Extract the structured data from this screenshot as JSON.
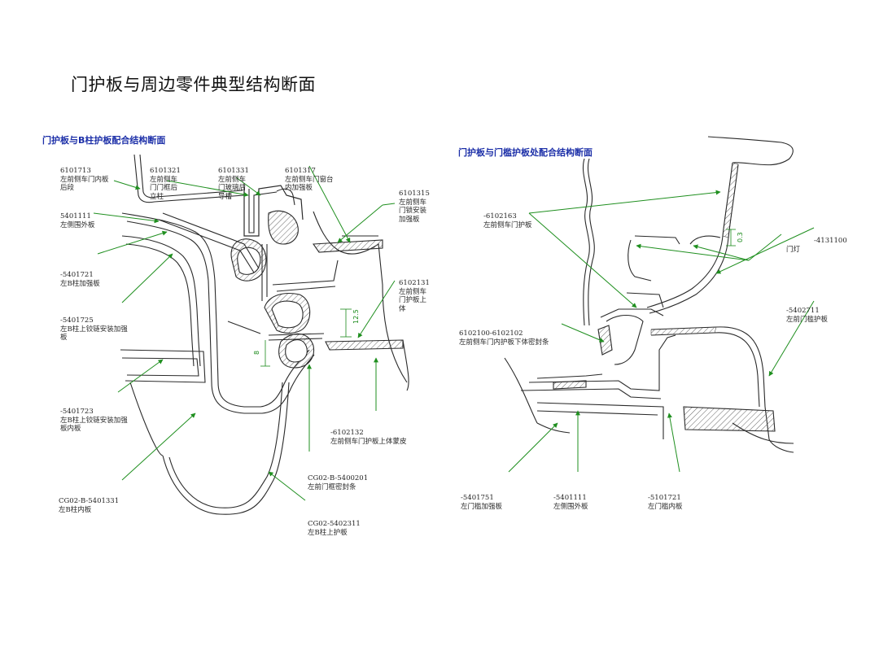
{
  "page_title": "门护板与周边零件典型结构断面",
  "colors": {
    "leader": "#1f8f1f",
    "section_title": "#1c2fa8",
    "line": "#2a2a2a",
    "hatch": "#555555"
  },
  "left": {
    "title": "门护板与B柱护板配合结构断面",
    "labels": [
      {
        "code": "6101713",
        "desc": "左前侧车门内板\n后段"
      },
      {
        "code": "6101321",
        "desc": "左前侧车\n门门框后\n立柱"
      },
      {
        "code": "6101331",
        "desc": "左前侧车\n门玻璃后\n导槽"
      },
      {
        "code": "6101317",
        "desc": "左前侧车门窗台\n内加强板"
      },
      {
        "code": "6101315",
        "desc": "左前侧车\n门锁安装\n加强板"
      },
      {
        "code": "5401111",
        "desc": "左侧围外板"
      },
      {
        "code": "-5401721",
        "desc": "左B柱加强板"
      },
      {
        "code": "6102131",
        "desc": "左前侧车\n门护板上\n体"
      },
      {
        "code": "-5401725",
        "desc": "左B柱上铰链安装加强\n板"
      },
      {
        "code": "-5401723",
        "desc": "左B柱上铰链安装加强\n板内板"
      },
      {
        "code": "-6102132",
        "desc": "左前侧车门护板上体蒙皮"
      },
      {
        "code": "CG02-B-5400201",
        "desc": "左前门框密封条"
      },
      {
        "code": "CG02-B-5401331",
        "desc": "左B柱内板"
      },
      {
        "code": "CG02-5402311",
        "desc": "左B柱上护板"
      }
    ],
    "dims": [
      "12.5",
      "8"
    ]
  },
  "right": {
    "title": "门护板与门槛护板处配合结构断面",
    "labels": [
      {
        "code": "-6102163",
        "desc": "左前侧车门护板"
      },
      {
        "code": "-4131100",
        "desc": ""
      },
      {
        "code": "门灯",
        "desc": ""
      },
      {
        "code": "-5402711",
        "desc": "左前门槛护板"
      },
      {
        "code": "6102100-6102102",
        "desc": "左前侧车门内护板下体密封条"
      },
      {
        "code": "-5401751",
        "desc": "左门槛加强板"
      },
      {
        "code": "-5401111",
        "desc": "左侧围外板"
      },
      {
        "code": "-5101721",
        "desc": "左门槛内板"
      }
    ],
    "dims": [
      "0.3"
    ]
  }
}
